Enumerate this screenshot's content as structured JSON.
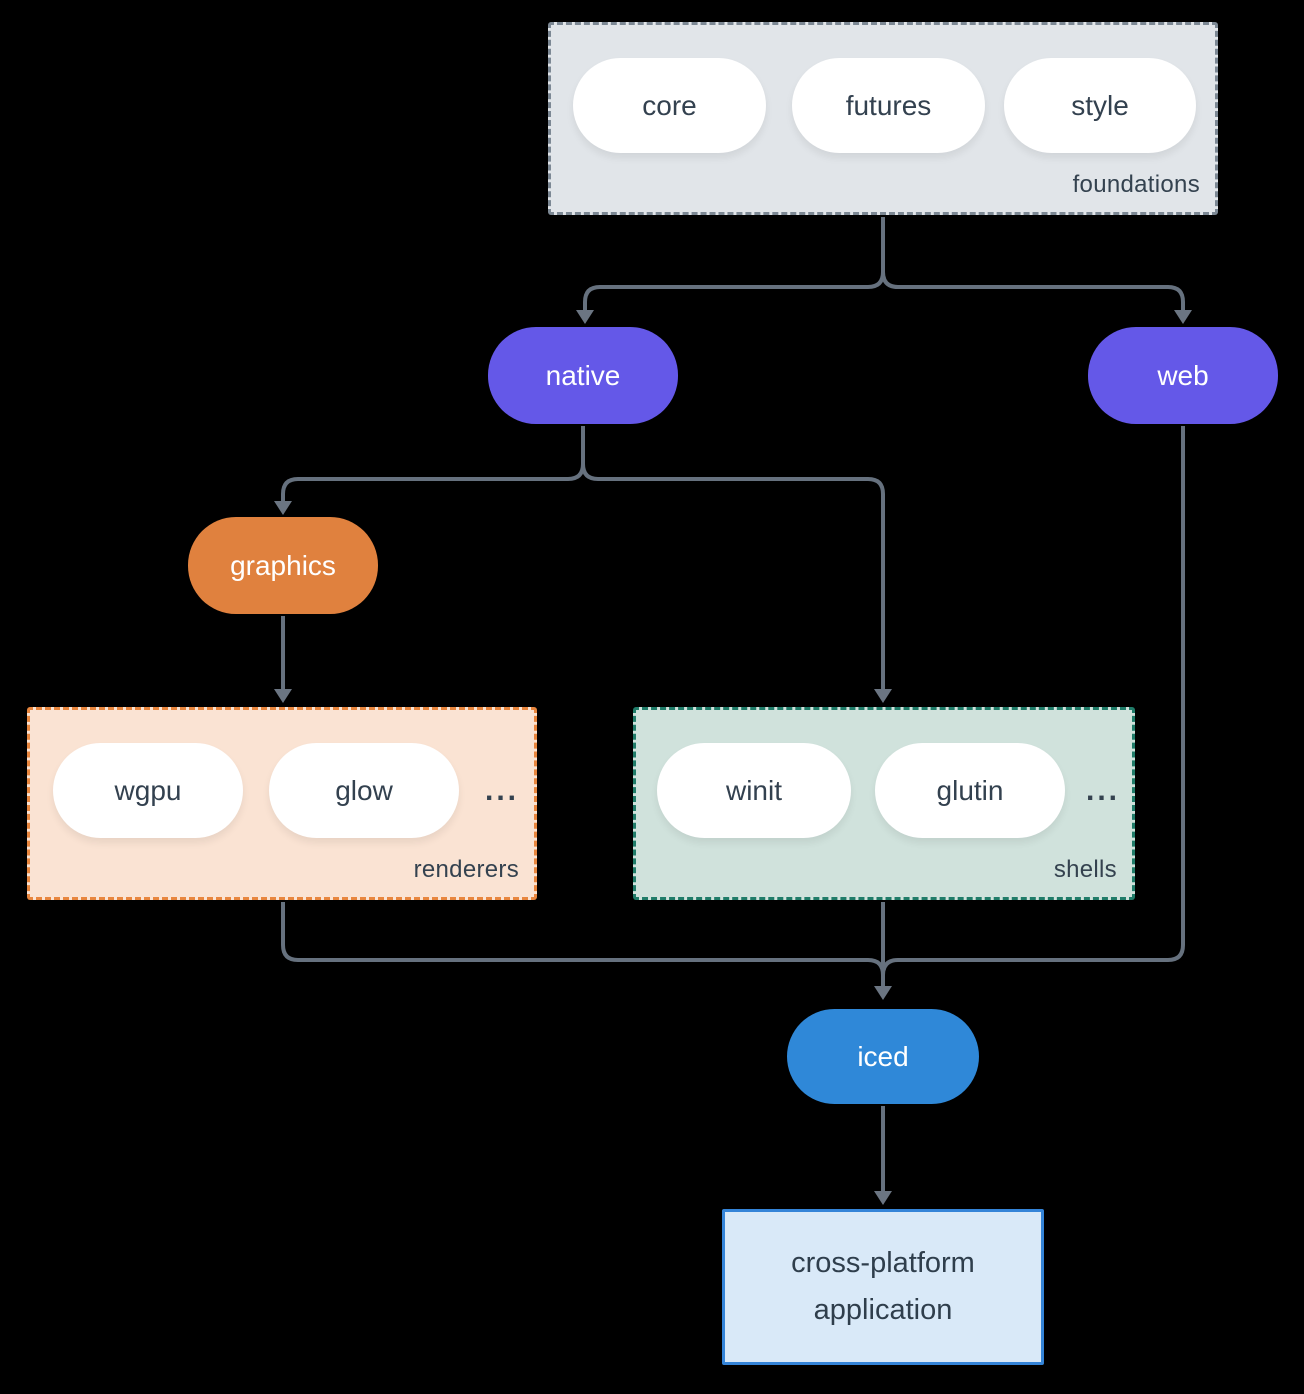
{
  "groups": {
    "foundations": {
      "label": "foundations",
      "pills": [
        "core",
        "futures",
        "style"
      ]
    },
    "renderers": {
      "label": "renderers",
      "pills": [
        "wgpu",
        "glow"
      ],
      "ellipsis": "..."
    },
    "shells": {
      "label": "shells",
      "pills": [
        "winit",
        "glutin"
      ],
      "ellipsis": "..."
    }
  },
  "nodes": {
    "native": "native",
    "web": "web",
    "graphics": "graphics",
    "iced": "iced",
    "app": {
      "line1": "cross-platform",
      "line2": "application"
    }
  },
  "colors": {
    "background": "#000000",
    "connector": "#66717e",
    "foundations_fill": "#e1e5e9",
    "foundations_border": "#7c8894",
    "renderers_fill": "#fae3d3",
    "renderers_border": "#e8863e",
    "shells_fill": "#d0e2dc",
    "shells_border": "#207c69",
    "pill_fill": "#ffffff",
    "pill_text": "#33414f",
    "native_web_fill": "#6458e8",
    "graphics_fill": "#e0813e",
    "iced_fill": "#2f88d8",
    "app_fill": "#d9e9f8",
    "app_border": "#3484d8"
  }
}
